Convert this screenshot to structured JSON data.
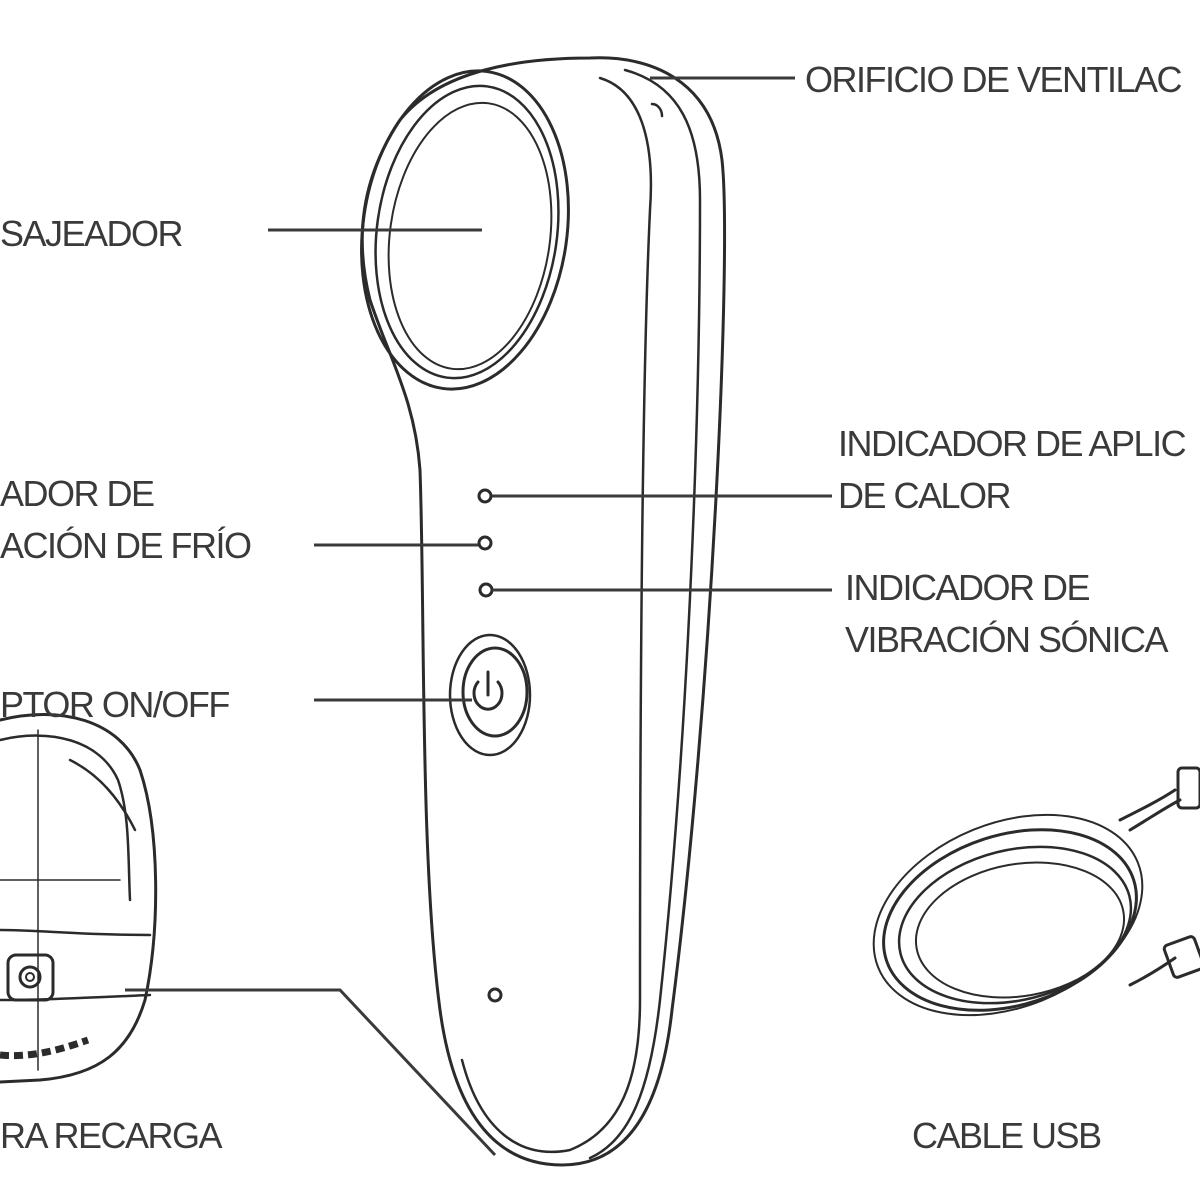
{
  "labels": {
    "vent": "ORIFICIO DE VENTILAC",
    "massager": "SAJEADOR",
    "cold_line1": "ADOR DE",
    "cold_line2": "ACIÓN DE FRÍO",
    "switch": "PTOR ON/OFF",
    "heat_line1": "INDICADOR DE APLIC",
    "heat_line2": "DE CALOR",
    "sonic_line1": "INDICADOR DE",
    "sonic_line2": "VIBRACIÓN SÓNICA",
    "charge": "RA RECARGA",
    "usb": "CABLE USB"
  },
  "icons": {
    "power": "power-icon",
    "usb_cable": "usb-cable-icon",
    "charging_base": "charging-base-icon"
  },
  "colors": {
    "ink": "#2b2b2b",
    "text": "#3a3a3a",
    "background": "#ffffff"
  }
}
